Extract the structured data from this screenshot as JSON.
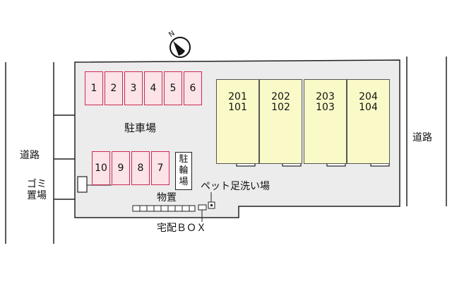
{
  "compass": {
    "label": "N"
  },
  "roads": {
    "left": "道路",
    "right": "道路"
  },
  "garbage": {
    "line1": "ゴミ",
    "line2": "置場"
  },
  "parking": {
    "label": "駐車場",
    "top_row": [
      "1",
      "2",
      "3",
      "4",
      "5",
      "6"
    ],
    "bottom_row": [
      "10",
      "9",
      "8",
      "7"
    ]
  },
  "bicycle_parking": {
    "chars": [
      "駐",
      "輪",
      "場"
    ]
  },
  "storage": {
    "label": "物置"
  },
  "pet_wash": {
    "label": "ペット足洗い場"
  },
  "delivery_box": {
    "label": "宅配ＢＯＸ"
  },
  "units": [
    {
      "upper": "201",
      "lower": "101"
    },
    {
      "upper": "202",
      "lower": "102"
    },
    {
      "upper": "203",
      "lower": "103"
    },
    {
      "upper": "204",
      "lower": "104"
    }
  ],
  "colors": {
    "parking_border": "#cc2a55",
    "parking_fill": "#fbe3e8",
    "unit_fill": "#fafac8",
    "site_fill": "#ececec"
  }
}
